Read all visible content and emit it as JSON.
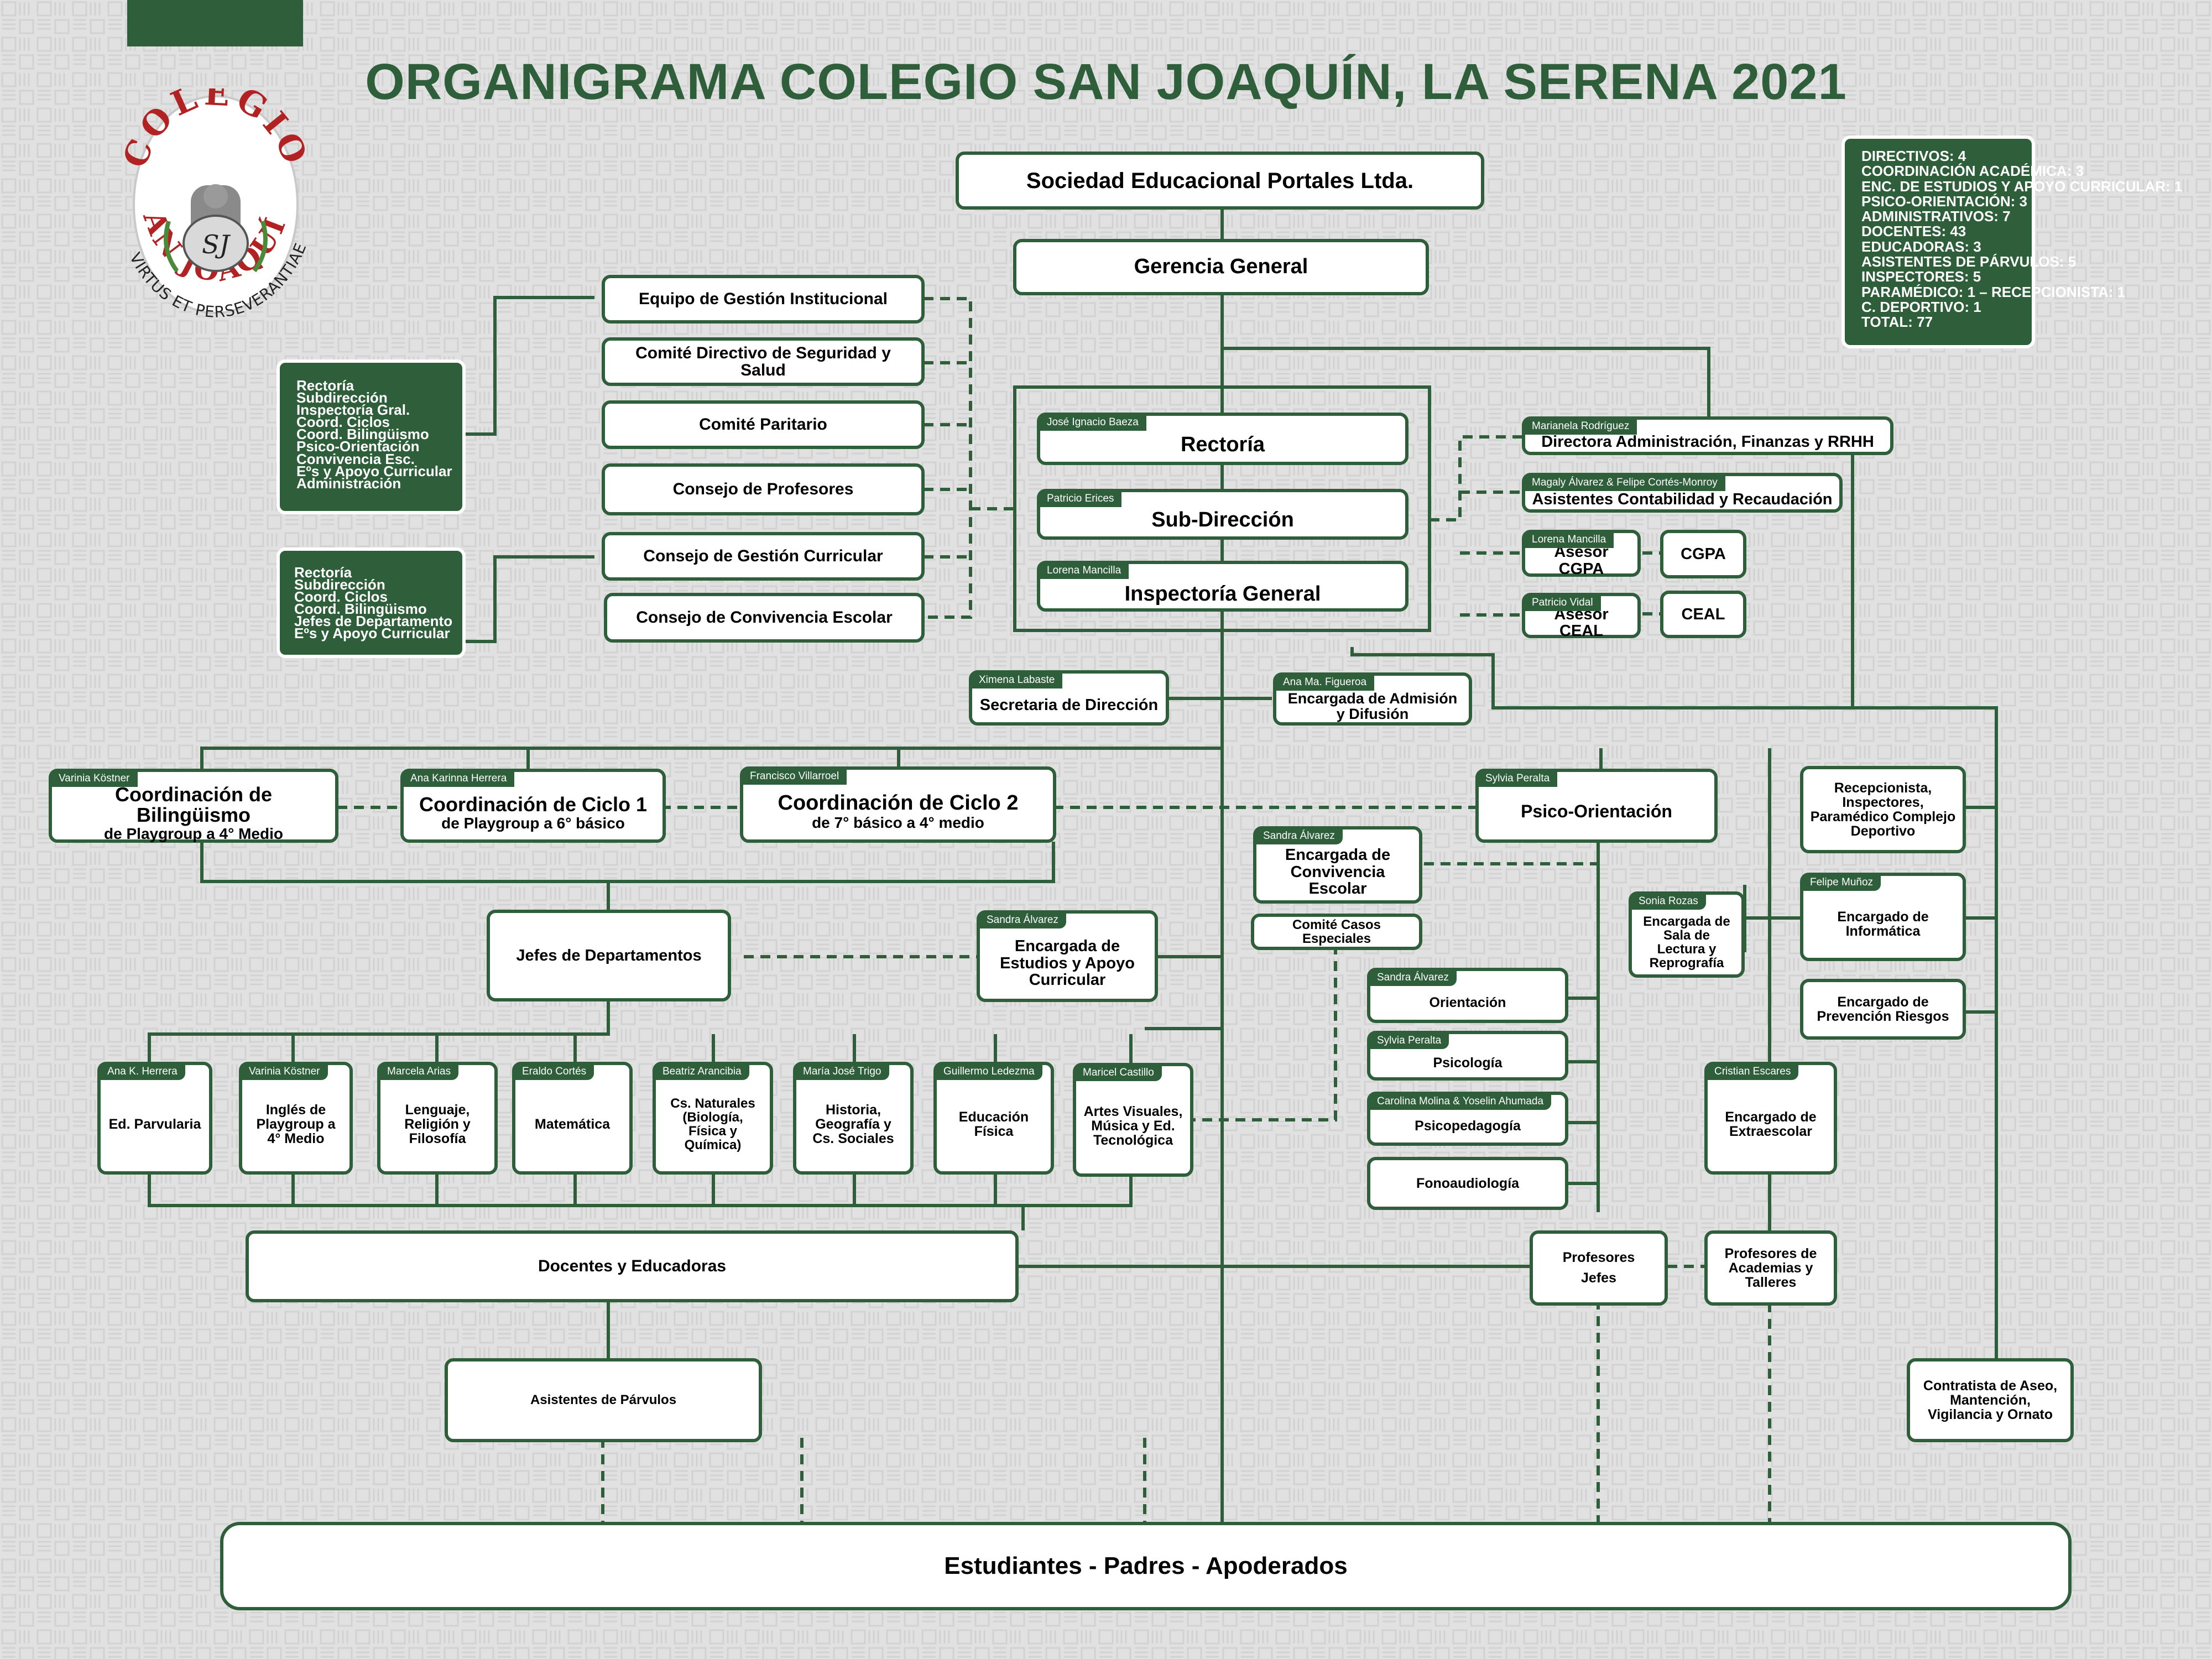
{
  "title": "ORGANIGRAMA COLEGIO SAN JOAQUÍN, LA SERENA 2021",
  "logo": {
    "top_text": "COLEGIO",
    "bottom_text": "SAN JOAQUÍN",
    "monogram": "SJ",
    "motto": "VIRTUS ET PERSEVERANTIAE"
  },
  "stats": [
    "DIRECTIVOS: 4",
    "COORDINACIÓN ACADÉMICA: 3",
    "ENC. DE ESTUDIOS Y APOYO CURRICULAR: 1",
    "PSICO-ORIENTACIÓN: 3",
    "ADMINISTRATIVOS: 7",
    "DOCENTES:  43",
    "EDUCADORAS: 3",
    "ASISTENTES DE PÁRVULOS: 5",
    "INSPECTORES: 5",
    "PARAMÉDICO: 1 – RECEPCIONISTA: 1",
    "C. DEPORTIVO: 1",
    "TOTAL: 77"
  ],
  "sociedad": "Sociedad  Educacional Portales Ltda.",
  "gerencia": "Gerencia General",
  "committees": [
    "Equipo de Gestión Institucional",
    "Comité Directivo de Seguridad y Salud",
    "Comité Paritario",
    "Consejo de Profesores",
    "Consejo de Gestión Curricular",
    "Consejo de Convivencia Escolar"
  ],
  "members_egi": [
    "Rectoría",
    "Subdirección",
    "Inspectoría Gral.",
    "Coord. Ciclos",
    "Coord. Bilingüismo",
    "Psico-Orientación",
    "Convivencia Esc.",
    "Eºs y Apoyo Curricular",
    "Administración"
  ],
  "members_cgc": [
    "Rectoría",
    "Subdirección",
    "Coord. Ciclos",
    "Coord. Bilingüismo",
    "Jefes de Departamento",
    "Eºs y Apoyo Curricular"
  ],
  "rectoria": {
    "person": "José Ignacio Baeza",
    "label": "Rectoría"
  },
  "subdireccion": {
    "person": "Patricio Erices",
    "label": "Sub-Dirección"
  },
  "inspectoria": {
    "person": "Lorena Mancilla",
    "label": "Inspectoría General"
  },
  "directora": {
    "person": "Marianela Rodríguez",
    "label": "Directora Administración, Finanzas y RRHH"
  },
  "asistentes_cont": {
    "person": "Magaly Álvarez & Felipe Cortés-Monroy",
    "label": "Asistentes Contabilidad y Recaudación"
  },
  "asesor_cgpa": {
    "person": "Lorena Mancilla",
    "label": "Asesor CGPA"
  },
  "cgpa": "CGPA",
  "asesor_ceal": {
    "person": "Patricio Vidal",
    "label": "Asesor CEAL"
  },
  "ceal": "CEAL",
  "secretaria": {
    "person": "Ximena Labaste",
    "label": "Secretaria de Dirección"
  },
  "admision": {
    "person": "Ana Ma. Figueroa",
    "label": "Encargada de Admisión y Difusión"
  },
  "bilinguismo": {
    "person": "Varinia Köstner",
    "label": "Coordinación de Bilingüismo",
    "sub": "de Playgroup a 4° Medio"
  },
  "ciclo1": {
    "person": "Ana Karinna Herrera",
    "label": "Coordinación de Ciclo 1",
    "sub": "de Playgroup a 6° básico"
  },
  "ciclo2": {
    "person": "Francisco Villarroel",
    "label": "Coordinación de Ciclo 2",
    "sub": "de 7° básico a 4° medio"
  },
  "psico": {
    "person": "Sylvia Peralta",
    "label": "Psico-Orientación"
  },
  "recepcionista": "Recepcionista, Inspectores, Paramédico Complejo Deportivo",
  "convivencia": {
    "person": "Sandra Álvarez",
    "label": "Encargada de Convivencia Escolar"
  },
  "casos": "Comité Casos Especiales",
  "informatica": {
    "person": "Felipe Muñoz",
    "label": "Encargado de Informática"
  },
  "sala_lectura": {
    "person": "Sonia Rozas",
    "label": "Encargada de Sala de Lectura y Reprografía"
  },
  "prevencion": "Encargado de Prevención Riesgos",
  "jefes_dep": "Jefes de Departamentos",
  "estudios": {
    "person": "Sandra Álvarez",
    "label": "Encargada de Estudios y Apoyo Curricular"
  },
  "orientacion": {
    "person": "Sandra Álvarez",
    "label": "Orientación"
  },
  "psicologia": {
    "person": "Sylvia Peralta",
    "label": "Psicología"
  },
  "psicopedagogia": {
    "person": "Carolina Molina  & Yoselin Ahumada",
    "label": "Psicopedagogía"
  },
  "fonoaudiologia": "Fonoaudiología",
  "extraescolar": {
    "person": "Cristian Escares",
    "label": "Encargado de Extraescolar"
  },
  "departments": [
    {
      "person": "Ana K. Herrera",
      "label": "Ed. Parvularia"
    },
    {
      "person": "Varinia Köstner",
      "label": "Inglés de Playgroup a 4° Medio"
    },
    {
      "person": "Marcela Arias",
      "label": "Lenguaje, Religión y Filosofía"
    },
    {
      "person": "Eraldo Cortés",
      "label": "Matemática"
    },
    {
      "person": "Beatriz Arancibia",
      "label": "Cs. Naturales (Biología, Física y Química)"
    },
    {
      "person": "María José Trigo",
      "label": "Historia, Geografía y Cs. Sociales"
    },
    {
      "person": "Guillermo Ledezma",
      "label": "Educación Física"
    },
    {
      "person": "Maricel Castillo",
      "label": "Artes Visuales, Música y Ed. Tecnológica"
    }
  ],
  "docentes": "Docentes y Educadoras",
  "profesores_jefes": [
    "Profesores",
    "Jefes"
  ],
  "profesores_academias": "Profesores de Academias y Talleres",
  "asistentes_parvulos": "Asistentes de Párvulos",
  "contratista": "Contratista de Aseo, Mantención, Vigilancia y Ornato",
  "estudiantes": "Estudiantes - Padres - Apoderados",
  "colors": {
    "green": "#2e5f3a",
    "background": "#e1e1e1"
  }
}
